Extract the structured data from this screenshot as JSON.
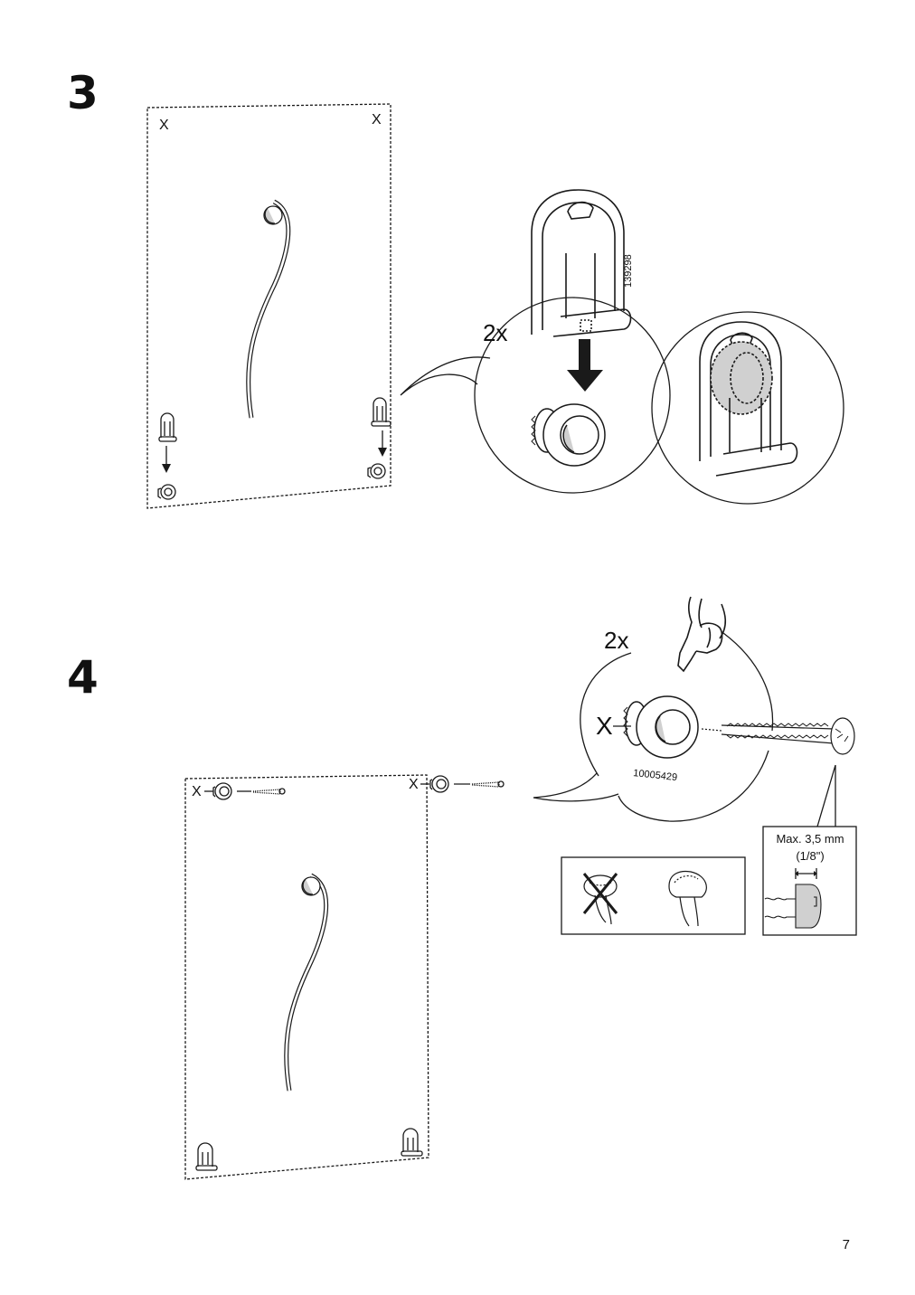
{
  "steps": [
    {
      "number": "3",
      "marker": "X",
      "quantity": "2x",
      "part_number": "139298"
    },
    {
      "number": "4",
      "marker": "X",
      "quantity": "2x",
      "part_number": "10005429",
      "note_line1": "Max. 3,5 mm",
      "note_line2": "(1/8\")"
    }
  ],
  "page_number": "7",
  "colors": {
    "line": "#1a1a1a",
    "shade": "#d0d0d0",
    "wall": "#ffffff"
  }
}
